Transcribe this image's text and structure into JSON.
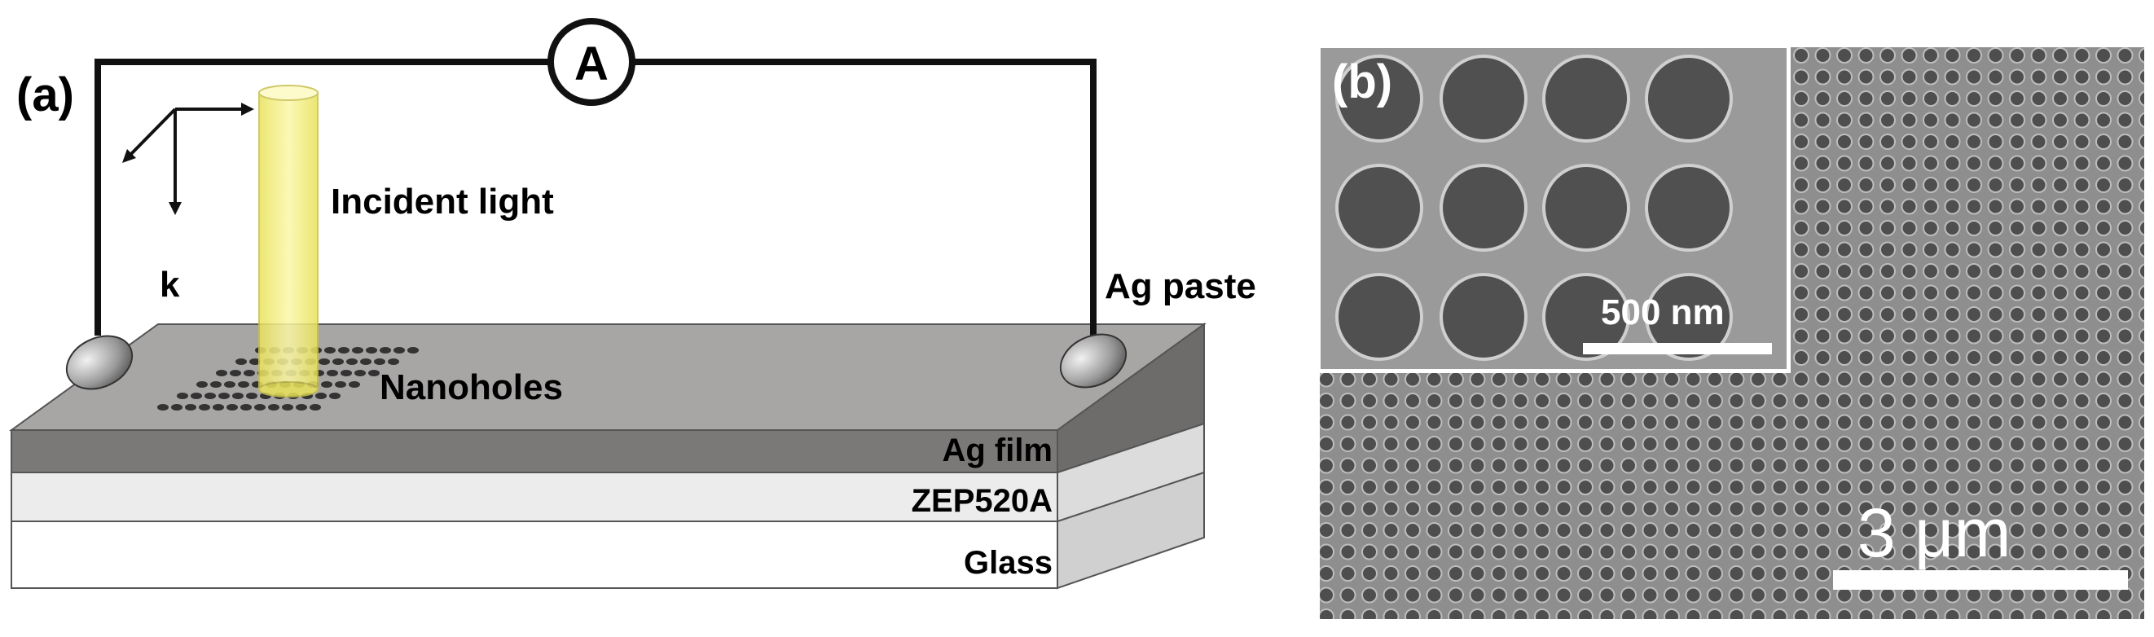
{
  "panel_a": {
    "label": "(a)",
    "ammeter": "A",
    "incident_light": "Incident light",
    "k_label": "k",
    "ag_paste": "Ag paste",
    "nanoholes": "Nanoholes",
    "layers": [
      "Ag film",
      "ZEP520A",
      "Glass"
    ]
  },
  "panel_b": {
    "label": "(b)",
    "inset_scale_bar": "500 nm",
    "main_scale_bar": "3 μm"
  },
  "colors": {
    "ag_film_top": "#a8a5a5",
    "ag_film_front": "#7b7878",
    "zep_front": "#ececec",
    "glass_front": "#ffffff",
    "light_beam": "#f4f078",
    "sem_background": "#8e8e8e",
    "sem_hole": "#505050"
  }
}
